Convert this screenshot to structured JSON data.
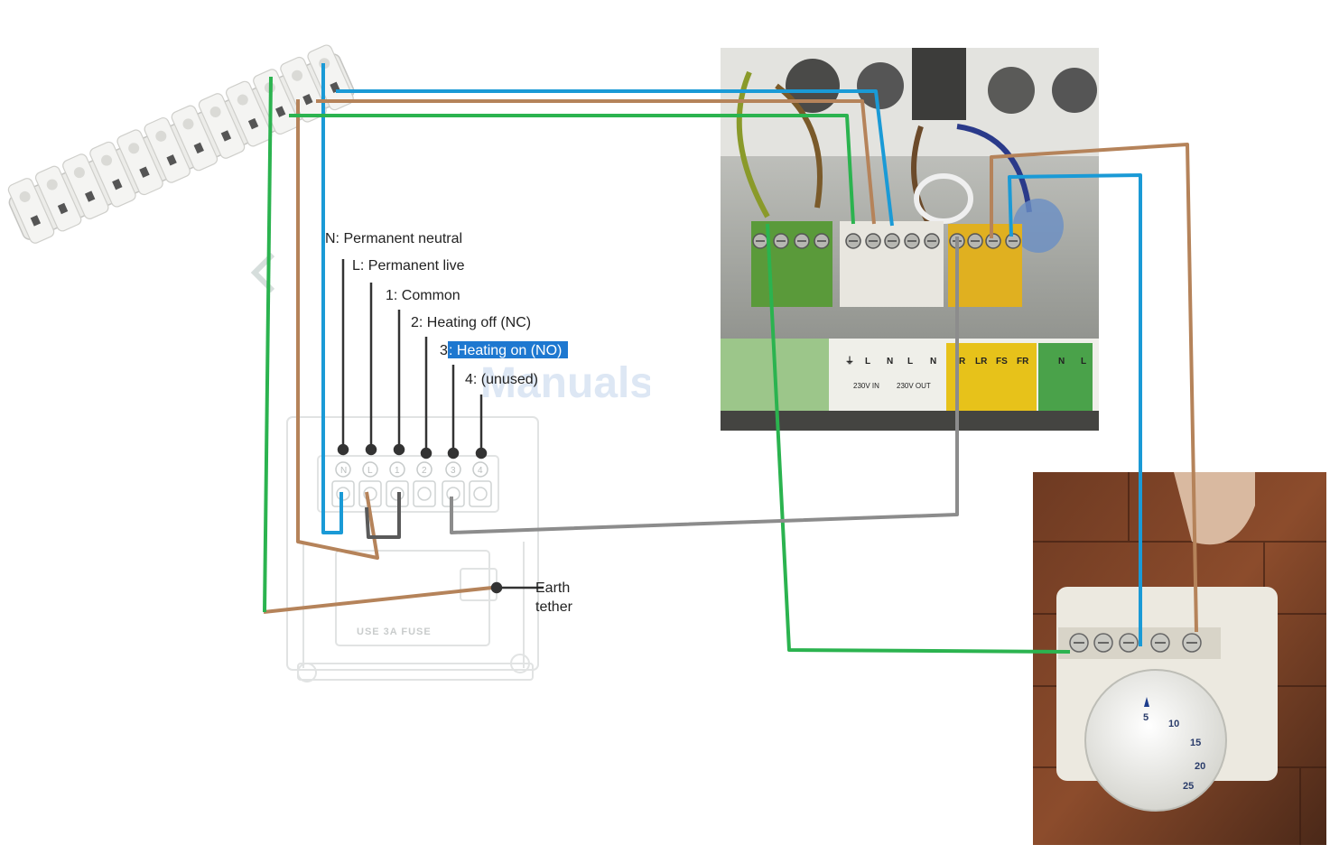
{
  "labels": {
    "n": "N: Permanent neutral",
    "l": "L: Permanent live",
    "c1": "1: Common",
    "c2": "2: Heating off (NC)",
    "c3_num": "3",
    "c3_text": ": Heating on (NO)",
    "c4": "4: (unused)",
    "earth_line1": "Earth",
    "earth_line2": "tether"
  },
  "watermark": "Manuals",
  "backplate": {
    "terminals": [
      "N",
      "L",
      "1",
      "2",
      "3",
      "4"
    ],
    "fuse_text": "USE 3A FUSE"
  },
  "boiler_panel": {
    "groups": [
      {
        "name": "mains",
        "labels": [
          "⏚",
          "L",
          "N",
          "L",
          "N"
        ],
        "sub": [
          "230V IN",
          "230V OUT"
        ]
      },
      {
        "name": "controls",
        "labels": [
          "R",
          "LR",
          "FS",
          "FR"
        ]
      },
      {
        "name": "green",
        "labels": [
          "N",
          "L"
        ]
      }
    ]
  },
  "thermostat": {
    "dial_numbers": [
      "5",
      "10",
      "15",
      "20",
      "25"
    ]
  },
  "colors": {
    "blue_wire": "#1a9ad6",
    "brown_wire": "#b5835a",
    "green_wire": "#2bb34f",
    "grey_wire": "#8c8c8c",
    "black_wire": "#333333",
    "highlight": "#1e78d0"
  }
}
